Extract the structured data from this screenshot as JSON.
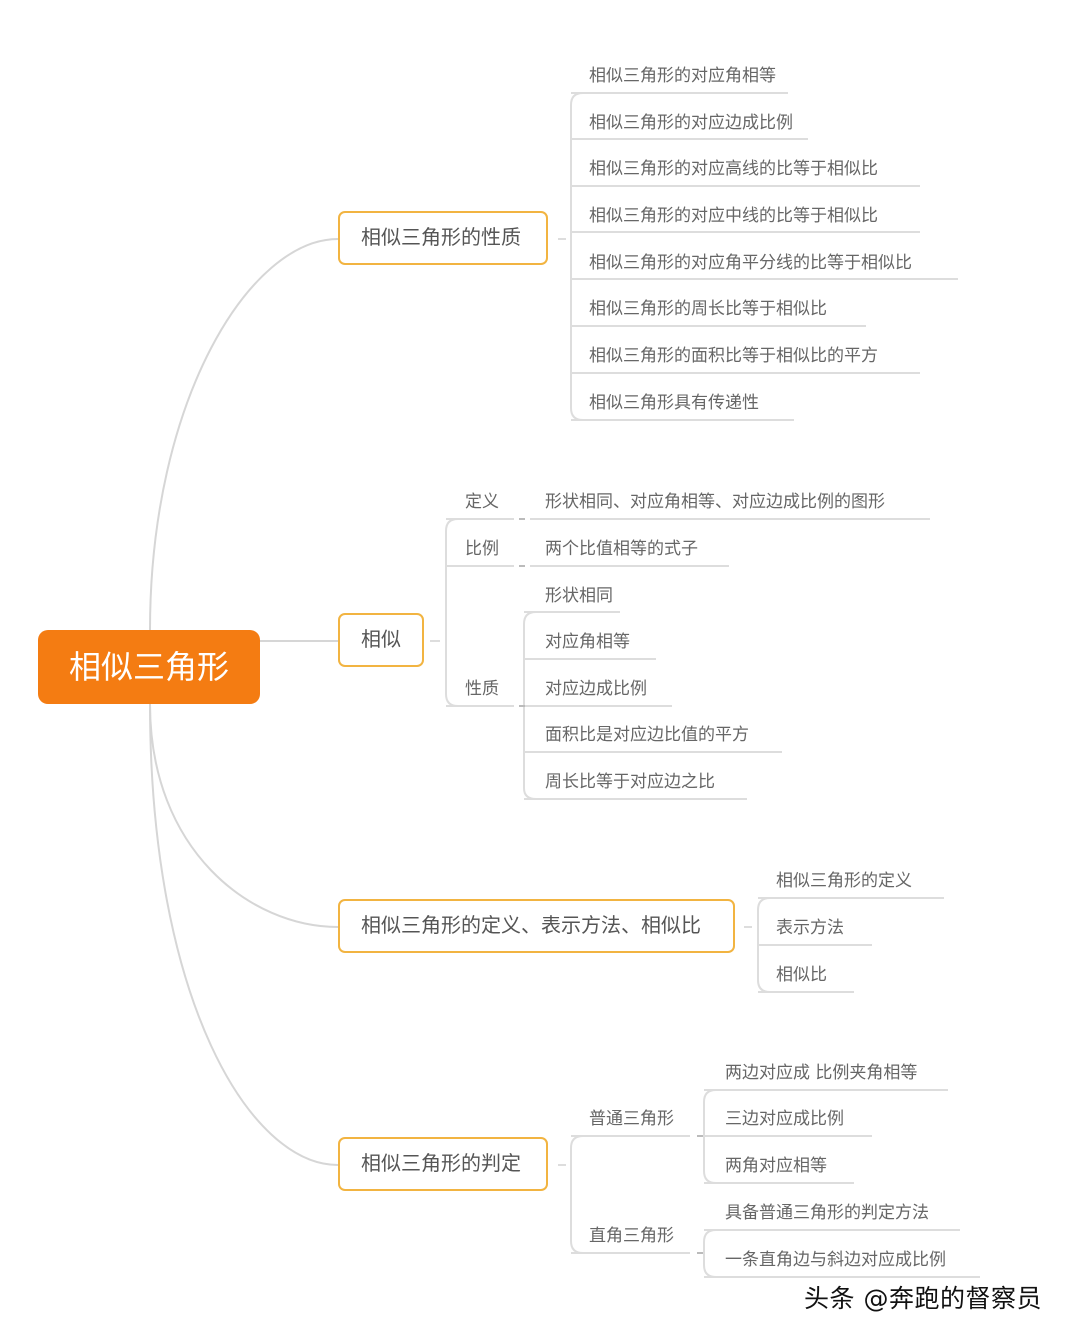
{
  "root": "相似三角形",
  "branches": {
    "b1": {
      "label": "相似三角形的性质",
      "items": [
        "相似三角形的对应角相等",
        "相似三角形的对应边成比例",
        "相似三角形的对应高线的比等于相似比",
        "相似三角形的对应中线的比等于相似比",
        "相似三角形的对应角平分线的比等于相似比",
        "相似三角形的周长比等于相似比",
        "相似三角形的面积比等于相似比的平方",
        "相似三角形具有传递性"
      ]
    },
    "b2": {
      "label": "相似",
      "definition": {
        "label": "定义",
        "value": "形状相同、对应角相等、对应边成比例的图形"
      },
      "ratio": {
        "label": "比例",
        "value": "两个比值相等的式子"
      },
      "property": {
        "label": "性质",
        "items": [
          "形状相同",
          "对应角相等",
          "对应边成比例",
          "面积比是对应边比值的平方",
          "周长比等于对应边之比"
        ]
      }
    },
    "b3": {
      "label": "相似三角形的定义、表示方法、相似比",
      "items": [
        "相似三角形的定义",
        "表示方法",
        "相似比"
      ]
    },
    "b4": {
      "label": "相似三角形的判定",
      "normal": {
        "label": "普通三角形",
        "items": [
          "两边对应成 比例夹角相等",
          "三边对应成比例",
          "两角对应相等"
        ]
      },
      "right": {
        "label": "直角三角形",
        "items": [
          "具备普通三角形的判定方法",
          "一条直角边与斜边对应成比例"
        ]
      }
    }
  },
  "watermark": "头条 @奔跑的督察员"
}
